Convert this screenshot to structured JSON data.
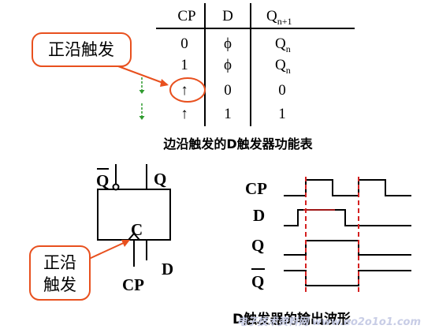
{
  "table": {
    "headers": [
      "CP",
      "D",
      "Qn+1"
    ],
    "header_q_main": "Q",
    "header_q_sub": "n+1",
    "rows": [
      {
        "cp": "0",
        "d": "ϕ",
        "q_main": "Q",
        "q_sub": "n"
      },
      {
        "cp": "1",
        "d": "ϕ",
        "q_main": "Q",
        "q_sub": "n"
      },
      {
        "cp": "↑",
        "d": "0",
        "q_main": "0",
        "q_sub": ""
      },
      {
        "cp": "↑",
        "d": "1",
        "q_main": "1",
        "q_sub": ""
      }
    ],
    "caption": "边沿触发的D触发器功能表"
  },
  "callouts": {
    "top": "正沿触发",
    "bottom_line1": "正沿",
    "bottom_line2": "触发"
  },
  "flipflop": {
    "q_bar": "Q",
    "q": "Q",
    "c": "C",
    "d": "D",
    "cp": "CP"
  },
  "waveforms": {
    "labels": [
      "CP",
      "D",
      "Q",
      "Q"
    ],
    "caption": "D触发器的输出波形"
  },
  "watermark": "电子技术资料网 www.eo2o1o1.com",
  "colors": {
    "callout_border": "#e8501e",
    "arrow": "#e8501e",
    "dashed": "#d42020",
    "green_arrow": "#2e9a2e",
    "ink": "#000000"
  }
}
